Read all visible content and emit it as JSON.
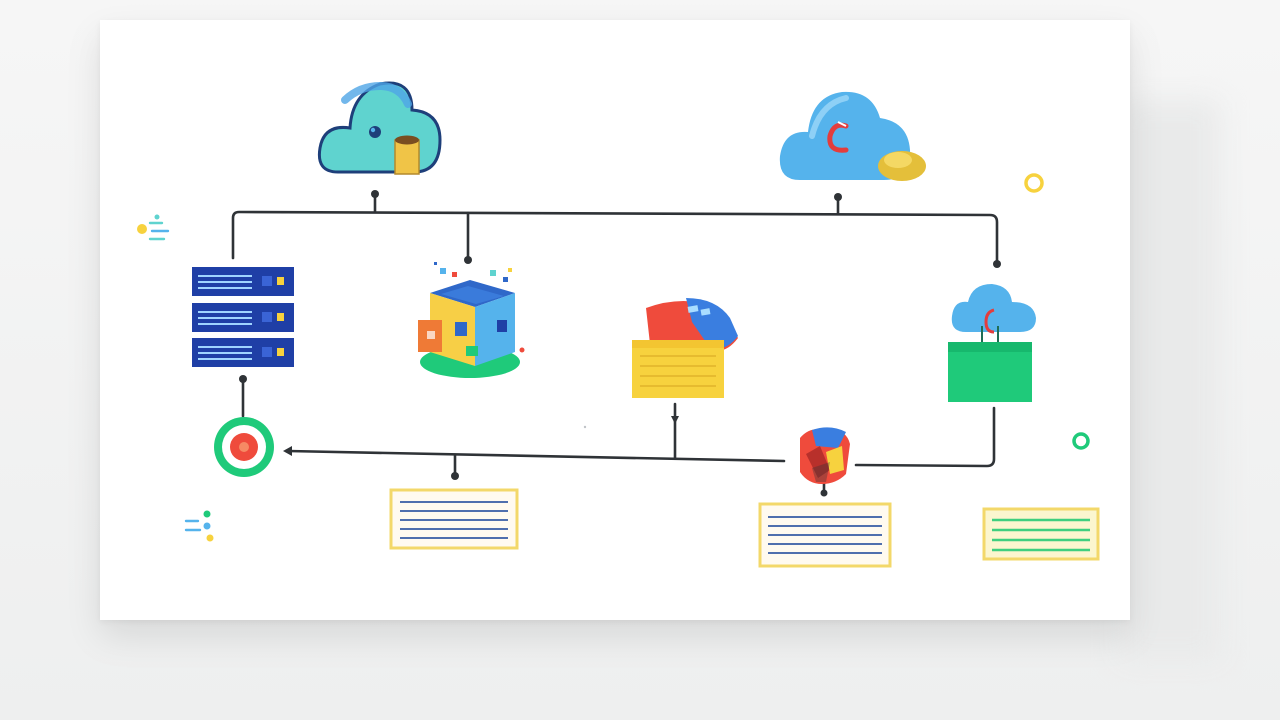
{
  "diagram": {
    "style": "infrastructure-flow",
    "colors": {
      "line": "#2f3337",
      "cloud_teal": "#5fd3cf",
      "cloud_blue": "#55b3ec",
      "server_blue": "#1f3fa6",
      "yellow": "#f7d23e",
      "green": "#1fca7a",
      "red": "#ef4b3c",
      "panel_border": "#f3d86a",
      "panel_line": "#4f6fae"
    },
    "nodes": [
      {
        "name": "cloud-storage-left",
        "icon": "cloud-with-cup-icon"
      },
      {
        "name": "cloud-storage-right",
        "icon": "cloud-with-c-icon"
      },
      {
        "name": "server-rack",
        "icon": "server-stack-icon"
      },
      {
        "name": "data-cube",
        "icon": "cube-icon"
      },
      {
        "name": "folder-archive",
        "icon": "folder-icon"
      },
      {
        "name": "cloud-bucket",
        "icon": "cloud-bucket-icon"
      },
      {
        "name": "target-endpoint",
        "icon": "target-icon"
      },
      {
        "name": "processor-node",
        "icon": "chip-cluster-icon"
      },
      {
        "name": "text-panel-1",
        "icon": "document-panel-icon"
      },
      {
        "name": "text-panel-2",
        "icon": "document-panel-icon"
      },
      {
        "name": "text-panel-3",
        "icon": "document-panel-icon"
      }
    ]
  }
}
